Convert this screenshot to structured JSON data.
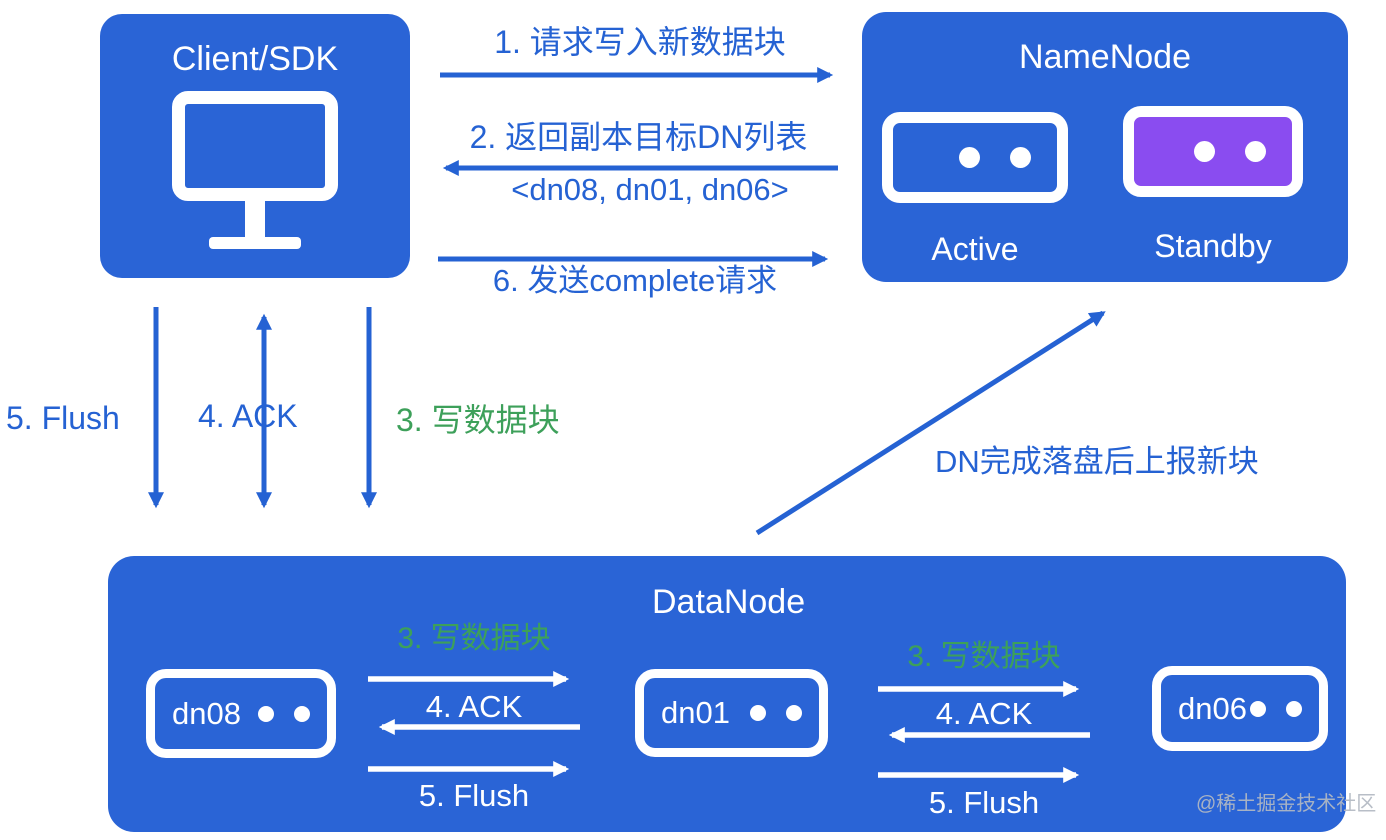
{
  "colors": {
    "box_blue": "#2a64d6",
    "arrow_text_blue": "#2562d3",
    "green": "#3da05a",
    "standby_purple": "#8a4cf0",
    "white": "#ffffff",
    "watermark_gray": "#b2b8c2"
  },
  "client": {
    "title": "Client/SDK",
    "icon": "monitor-icon"
  },
  "namenode": {
    "title": "NameNode",
    "nodes": [
      {
        "label": "Active",
        "icon": "server-icon",
        "variant": "blue"
      },
      {
        "label": "Standby",
        "icon": "server-icon",
        "variant": "purple"
      }
    ]
  },
  "client_namenode_messages": {
    "msg1": "1. 请求写入新数据块",
    "msg2": "2. 返回副本目标DN列表",
    "msg2_sub": "<dn08, dn01, dn06>",
    "msg6": "6. 发送complete请求"
  },
  "client_datanode_labels": {
    "flush": "5. Flush",
    "ack": "4. ACK",
    "write": "3. 写数据块"
  },
  "report_label": "DN完成落盘后上报新块",
  "datanode": {
    "title": "DataNode",
    "nodes": [
      "dn08",
      "dn01",
      "dn06"
    ],
    "pipeline1": {
      "write": "3. 写数据块",
      "ack": "4. ACK",
      "flush": "5. Flush"
    },
    "pipeline2": {
      "write": "3. 写数据块",
      "ack": "4. ACK",
      "flush": "5. Flush"
    }
  },
  "watermark": "@稀土掘金技术社区"
}
